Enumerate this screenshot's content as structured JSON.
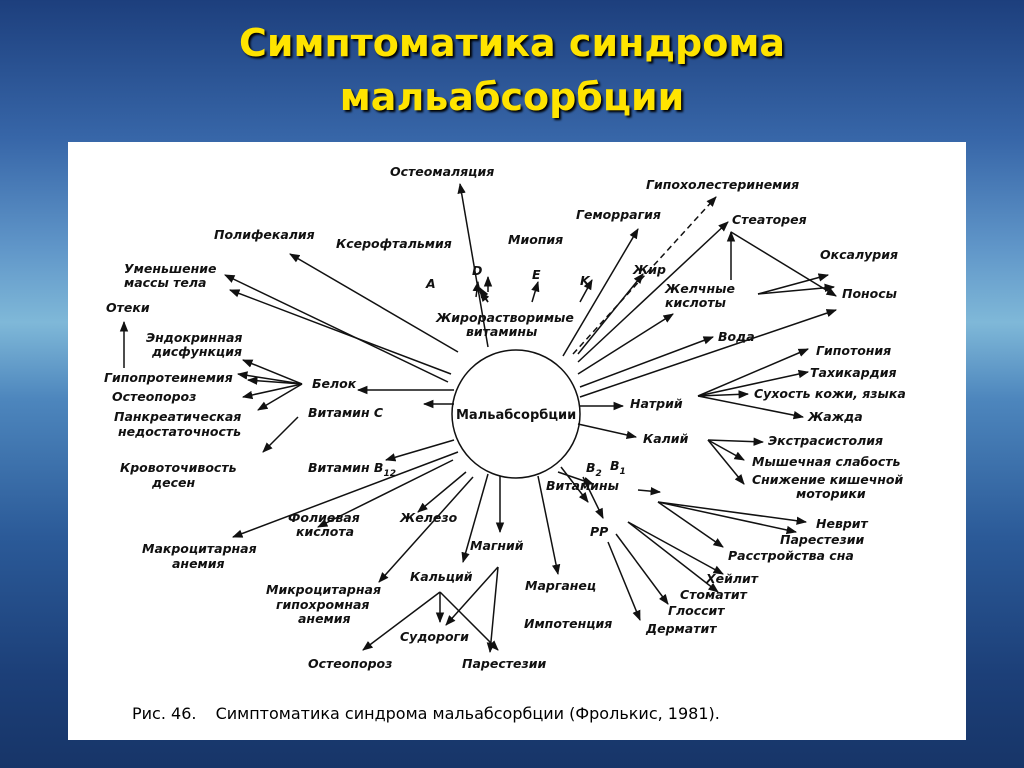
{
  "slide": {
    "title_line1": "Симптоматика синдрома",
    "title_line2": "мальабсорбции"
  },
  "diagram": {
    "center": "Мальабсорбции",
    "labels": {
      "osteomalacia": "Остеомаляция",
      "hypochol": "Гипохолестеринемия",
      "hemorrhage": "Геморрагия",
      "steatorrhea": "Стеаторея",
      "polyfecalia": "Полифекалия",
      "xeroph": "Ксерофтальмия",
      "myopia": "Миопия",
      "oxaluria": "Оксалурия",
      "weightloss1": "Уменьшение",
      "weightloss2": "массы тела",
      "vitA": "A",
      "vitD": "D",
      "vitE": "E",
      "vitK": "K",
      "fat": "Жир",
      "bile1": "Желчные",
      "bile2": "кислоты",
      "diarrhea": "Поносы",
      "edema": "Отеки",
      "endo1": "Эндокринная",
      "endo2": "дисфункция",
      "fatsol1": "Жирорастворимые",
      "fatsol2": "витамины",
      "water": "Вода",
      "hypotonia": "Гипотония",
      "tachy": "Тахикардия",
      "hypoprot": "Гипопротеинемия",
      "protein": "Белок",
      "osteoporosis1": "Остеопороз",
      "dryskin": "Сухость кожи, языка",
      "sodium": "Натрий",
      "panc1": "Панкреатическая",
      "panc2": "недостаточность",
      "vitC": "Витамин С",
      "thirst": "Жажда",
      "potassium": "Калий",
      "extrasys": "Экстрасистолия",
      "bleed1": "Кровоточивость",
      "bleed2": "десен",
      "vitB12": "Витамин В",
      "vitB12sub": "12",
      "muscle": "Мышечная слабость",
      "peristalsis1": "Снижение кишечной",
      "peristalsis2": "моторики",
      "b2": "B",
      "b2sub": "2",
      "b1": "B",
      "b1sub": "1",
      "vitamins": "Витамины",
      "folic1": "Фолиевая",
      "folic2": "кислота",
      "iron": "Железо",
      "neuritis": "Неврит",
      "paresthesia1": "Парестезии",
      "macro1": "Макроцитарная",
      "macro2": "анемия",
      "pp": "РР",
      "magnesium": "Магний",
      "sleep": "Расстройства сна",
      "calcium": "Кальций",
      "manganese": "Марганец",
      "cheilitis": "Хейлит",
      "micro1": "Микроцитарная",
      "micro2": "гипохромная",
      "micro3": "анемия",
      "stomatitis": "Стоматит",
      "glossitis": "Глоссит",
      "impotence": "Импотенция",
      "dermatitis": "Дерматит",
      "cramps": "Судороги",
      "osteoporosis2": "Остеопороз",
      "paresthesia2": "Парестезии"
    }
  },
  "caption": {
    "figure": "Рис. 46.",
    "text": "Симптоматика синдрома мальабсорбции (Фролькис, 1981)."
  }
}
